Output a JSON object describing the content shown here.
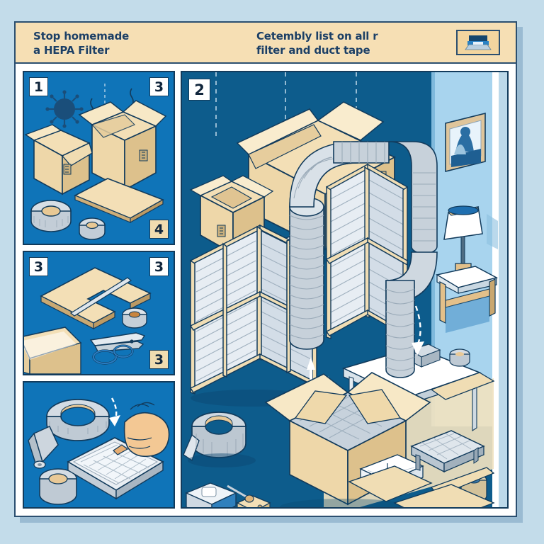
{
  "page": {
    "background_color": "#c3dcea",
    "card_background": "#ffffff",
    "border_color": "#2b4f70"
  },
  "header": {
    "background_color": "#f6dfb4",
    "title_left": "Stop homemade\na HEPA Filter",
    "title_right": "Cetembly list on all r\nfilter and   duct tape",
    "icon_name": "printer-icon",
    "icon_color": "#1f6fb0"
  },
  "panels": {
    "panel_1": {
      "name": "materials-boxes-tape",
      "background_color": "#0f74b8",
      "badges": [
        {
          "label": "1",
          "style": "white",
          "position": "top-left"
        },
        {
          "label": "3",
          "style": "white",
          "position": "top-right"
        },
        {
          "label": "4",
          "style": "tan",
          "position": "bottom-right"
        }
      ],
      "items": [
        "cardboard-box-small",
        "cardboard-box-open",
        "cardboard-sheet",
        "duct-tape-roll-large",
        "duct-tape-roll-small",
        "virus-particle"
      ]
    },
    "panel_2": {
      "name": "cut-cardboard-frame",
      "background_color": "#0f74b8",
      "badges": [
        {
          "label": "3",
          "style": "white",
          "position": "top-left"
        },
        {
          "label": "3",
          "style": "white",
          "position": "top-right"
        },
        {
          "label": "3",
          "style": "tan",
          "position": "bottom-right"
        }
      ],
      "items": [
        "cardboard-frame-cutout",
        "ruler",
        "tape-roll",
        "scissors",
        "cardboard-box-edge"
      ]
    },
    "panel_3": {
      "name": "taping-filter-with-hand",
      "background_color": "#0f74b8",
      "badges": [],
      "items": [
        "duct-tape-roll-big",
        "rolled-tape-tube",
        "tape-roll-small",
        "hand-applying-tape",
        "air-filter-panel",
        "down-arrow"
      ]
    },
    "panel_main": {
      "name": "assembly-room-scene",
      "background_color": "#0d5c8c",
      "badges": [
        {
          "label": "2",
          "style": "white",
          "position": "top-left"
        }
      ],
      "items": [
        "cardboard-box-long-open",
        "cardboard-box-small-open",
        "filter-pack",
        "filter-cube-frame",
        "duct-pipe-elbow",
        "filter-wall-stack",
        "duct-pipe-vertical",
        "wall-picture-frame",
        "table-lamp",
        "side-table",
        "white-table",
        "duct-tape-roll",
        "open-box-with-filter",
        "open-book",
        "single-filter",
        "small-box-with-screw",
        "wipes-pack",
        "hanging-strings",
        "flow-arrows"
      ]
    }
  },
  "colors": {
    "cardboard": "#f3dfb6",
    "cardboard_shade": "#e0c895",
    "cardboard_dark": "#c9ab76",
    "metal": "#c9d3dc",
    "metal_dark": "#9aaab8",
    "filter_white": "#eef2f6",
    "wall_light_blue": "#a8d4ee",
    "outline": "#123b5c",
    "accent_blue": "#1f6fb0"
  }
}
